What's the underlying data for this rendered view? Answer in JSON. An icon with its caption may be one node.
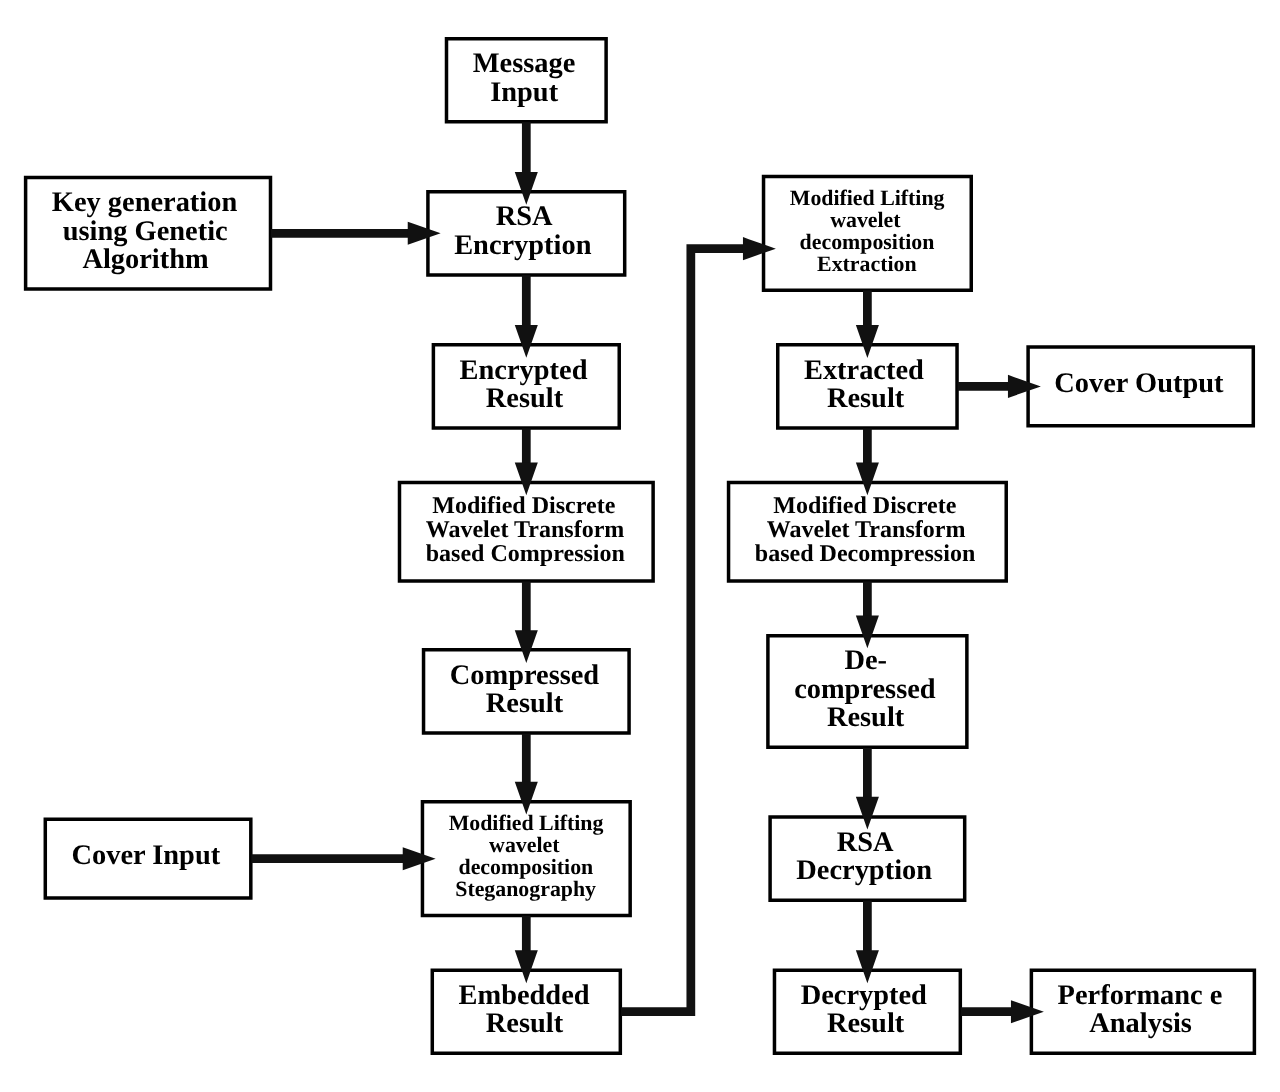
{
  "diagram": {
    "nodes": [
      {
        "text": [
          "Message Input"
        ]
      },
      {
        "text": [
          "Key generation using Genetic Algorithm"
        ]
      },
      {
        "text": [
          "RSA Encryption"
        ]
      },
      {
        "text": [
          "Encrypted Result"
        ]
      },
      {
        "text": [
          "Modified Discrete Wavelet Transform based Compression"
        ]
      },
      {
        "text": [
          "Compressed Result"
        ]
      },
      {
        "text": [
          "Cover Input"
        ]
      },
      {
        "text": [
          "Modified Lifting wavelet decomposition Steganography"
        ]
      },
      {
        "text": [
          "Embedded Result"
        ]
      },
      {
        "text": [
          "Modified Lifting wavelet decomposition Extraction"
        ]
      },
      {
        "text": [
          "Extracted Result"
        ]
      },
      {
        "text": [
          "Cover Output"
        ]
      },
      {
        "text": [
          "Modified Discrete Wavelet Transform based Decompression"
        ]
      },
      {
        "text": [
          "De- compressed Result"
        ]
      },
      {
        "text": [
          "RSA Decryption"
        ]
      },
      {
        "text": [
          "Decrypted Result"
        ]
      },
      {
        "text": [
          "Performanc e Analysis"
        ]
      }
    ],
    "edges": [
      {
        "from": 0,
        "to": 2,
        "arrow": "to"
      },
      {
        "from": 1,
        "to": 2,
        "arrow": "to"
      },
      {
        "from": 2,
        "to": 3,
        "arrow": "to"
      },
      {
        "from": 3,
        "to": 4,
        "arrow": "to"
      },
      {
        "from": 4,
        "to": 5,
        "arrow": "to"
      },
      {
        "from": 5,
        "to": 7,
        "arrow": "to"
      },
      {
        "from": 6,
        "to": 7,
        "arrow": "to"
      },
      {
        "from": 7,
        "to": 8,
        "arrow": "to"
      },
      {
        "from": 8,
        "to": 9,
        "arrow": "to"
      },
      {
        "from": 9,
        "to": 10,
        "arrow": "to"
      },
      {
        "from": 10,
        "to": 11,
        "arrow": "to"
      },
      {
        "from": 10,
        "to": 12,
        "arrow": "to"
      },
      {
        "from": 12,
        "to": 13,
        "arrow": "to"
      },
      {
        "from": 13,
        "to": 14,
        "arrow": "to"
      },
      {
        "from": 14,
        "to": 15,
        "arrow": "to"
      },
      {
        "from": 15,
        "to": 16,
        "arrow": "to"
      }
    ]
  }
}
